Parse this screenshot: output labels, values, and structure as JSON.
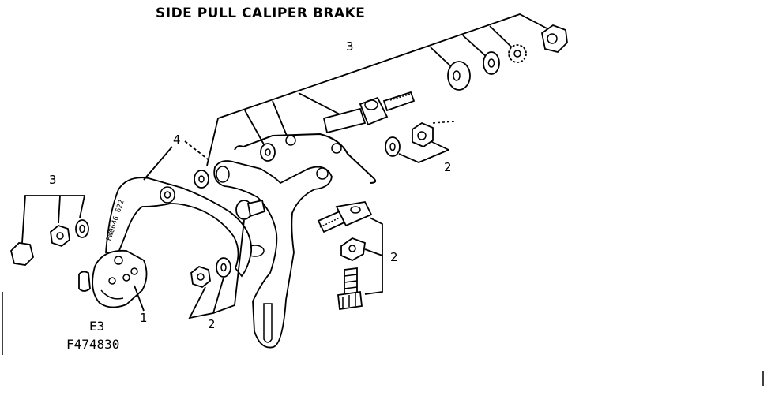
{
  "title": "SIDE PULL CALIPER BRAKE",
  "callouts": {
    "top_assembly": "3",
    "left_assembly": "3",
    "arms": "4",
    "right_nut_washer": "2",
    "adjuster_group": "2",
    "left_nut_washer": "2",
    "caliper_body": "1"
  },
  "figure_code": "E3",
  "figure_number": "F474830",
  "arm_stamp": "FW0646 622"
}
